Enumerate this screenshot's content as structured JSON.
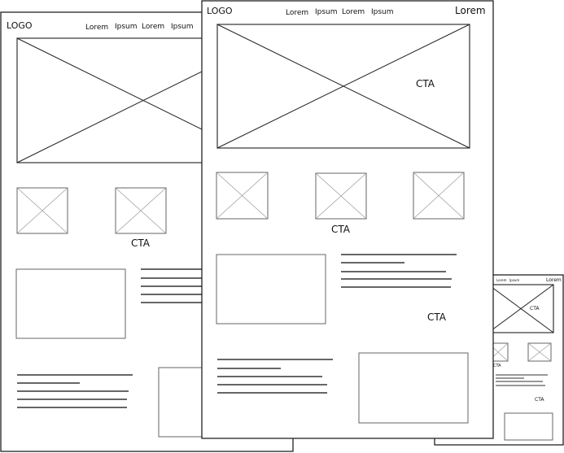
{
  "pages": {
    "left": {
      "logo": "LOGO",
      "nav": [
        "Lorem",
        "Ipsum",
        "Lorem",
        "Ipsum"
      ],
      "cta": "CTA"
    },
    "front": {
      "logo": "LOGO",
      "nav": [
        "Lorem",
        "Ipsum",
        "Lorem",
        "Ipsum"
      ],
      "nav_right": "Lorem",
      "hero_cta": "CTA",
      "images_cta": "CTA",
      "text_cta": "CTA"
    },
    "small": {
      "nav": [
        "Lorem",
        "Ipsum"
      ],
      "nav_right": "Lorem",
      "hero_cta": "CTA",
      "images_cta": "CTA",
      "text_cta": "CTA"
    }
  }
}
